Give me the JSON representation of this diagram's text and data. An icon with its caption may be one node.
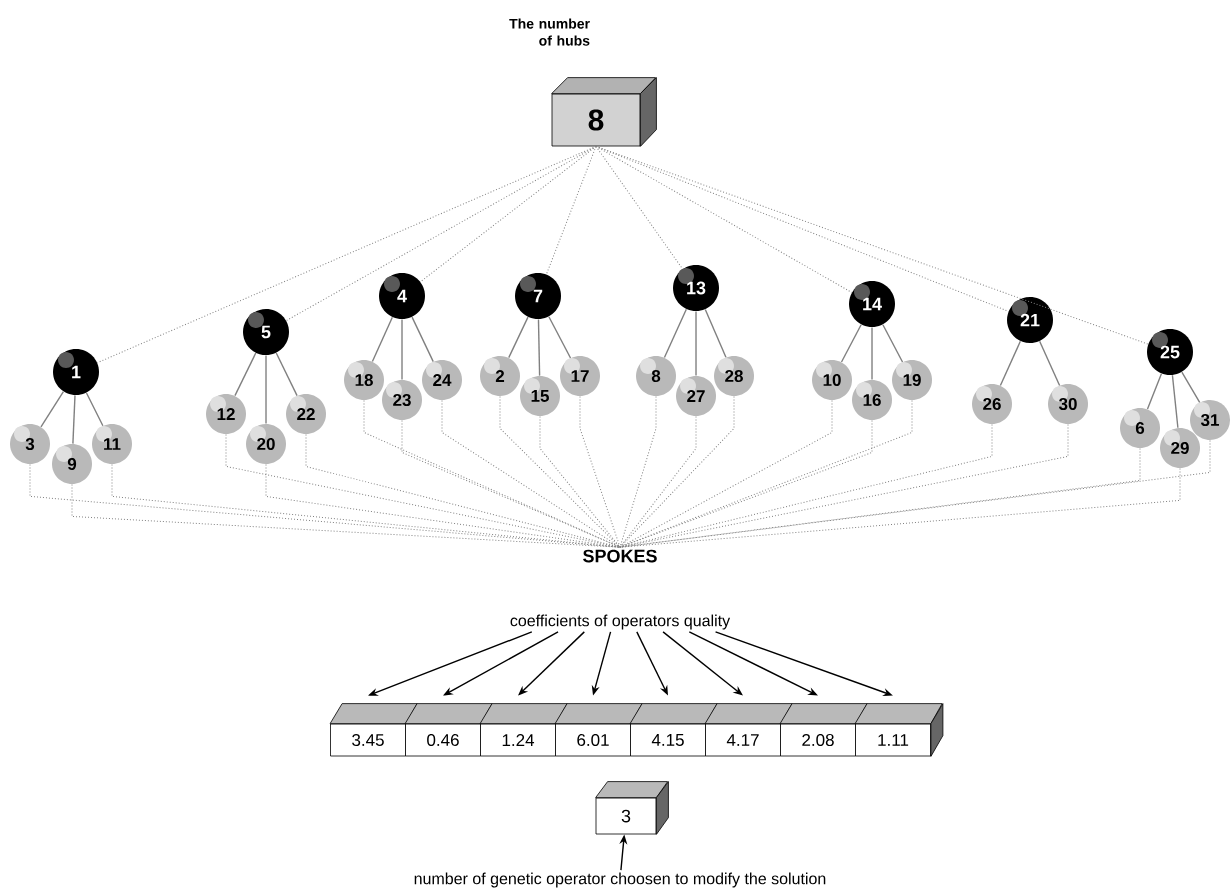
{
  "diagram": {
    "nodes": [
      {
        "text": [
          "8"
        ],
        "beside": [
          "The number of hubs"
        ]
      },
      {
        "text": [
          "1"
        ]
      },
      {
        "text": [
          "5"
        ]
      },
      {
        "text": [
          "4"
        ]
      },
      {
        "text": [
          "7"
        ]
      },
      {
        "text": [
          "13"
        ]
      },
      {
        "text": [
          "14"
        ]
      },
      {
        "text": [
          "21"
        ]
      },
      {
        "text": [
          "25"
        ]
      },
      {
        "text": [
          "3"
        ]
      },
      {
        "text": [
          "9"
        ]
      },
      {
        "text": [
          "11"
        ]
      },
      {
        "text": [
          "12"
        ]
      },
      {
        "text": [
          "20"
        ]
      },
      {
        "text": [
          "22"
        ]
      },
      {
        "text": [
          "18"
        ]
      },
      {
        "text": [
          "23"
        ]
      },
      {
        "text": [
          "24"
        ]
      },
      {
        "text": [
          "2"
        ]
      },
      {
        "text": [
          "15"
        ]
      },
      {
        "text": [
          "17"
        ]
      },
      {
        "text": [
          "8"
        ]
      },
      {
        "text": [
          "27"
        ]
      },
      {
        "text": [
          "28"
        ]
      },
      {
        "text": [
          "10"
        ]
      },
      {
        "text": [
          "16"
        ]
      },
      {
        "text": [
          "19"
        ]
      },
      {
        "text": [
          "26"
        ]
      },
      {
        "text": [
          "30"
        ]
      },
      {
        "text": [
          "6"
        ]
      },
      {
        "text": [
          "29"
        ]
      },
      {
        "text": [
          "31"
        ]
      },
      {
        "text": [
          "SPOKES"
        ]
      },
      {
        "text": [
          "coefficients of operators quality"
        ]
      },
      {
        "text": [
          "3.45"
        ]
      },
      {
        "text": [
          "0.46"
        ]
      },
      {
        "text": [
          "1.24"
        ]
      },
      {
        "text": [
          "6.01"
        ]
      },
      {
        "text": [
          "4.15"
        ]
      },
      {
        "text": [
          "4.17"
        ]
      },
      {
        "text": [
          "2.08"
        ]
      },
      {
        "text": [
          "1.11"
        ]
      },
      {
        "text": [
          "3"
        ]
      },
      {
        "text": [
          "number of genetic operator choosen to modify the solution"
        ]
      }
    ],
    "edges": [
      {
        "from": 0,
        "to": 1,
        "arrow": "none",
        "style": "dashed"
      },
      {
        "from": 0,
        "to": 2,
        "arrow": "none",
        "style": "dashed"
      },
      {
        "from": 0,
        "to": 3,
        "arrow": "none",
        "style": "dashed"
      },
      {
        "from": 0,
        "to": 4,
        "arrow": "none",
        "style": "dashed"
      },
      {
        "from": 0,
        "to": 5,
        "arrow": "none",
        "style": "dashed"
      },
      {
        "from": 0,
        "to": 6,
        "arrow": "none",
        "style": "dashed"
      },
      {
        "from": 0,
        "to": 7,
        "arrow": "none",
        "style": "dashed"
      },
      {
        "from": 0,
        "to": 8,
        "arrow": "none",
        "style": "dashed"
      },
      {
        "from": 1,
        "to": 9,
        "arrow": "none"
      },
      {
        "from": 1,
        "to": 10,
        "arrow": "none"
      },
      {
        "from": 1,
        "to": 11,
        "arrow": "none"
      },
      {
        "from": 2,
        "to": 12,
        "arrow": "none"
      },
      {
        "from": 2,
        "to": 13,
        "arrow": "none"
      },
      {
        "from": 2,
        "to": 14,
        "arrow": "none"
      },
      {
        "from": 3,
        "to": 15,
        "arrow": "none"
      },
      {
        "from": 3,
        "to": 16,
        "arrow": "none"
      },
      {
        "from": 3,
        "to": 17,
        "arrow": "none"
      },
      {
        "from": 4,
        "to": 18,
        "arrow": "none"
      },
      {
        "from": 4,
        "to": 19,
        "arrow": "none"
      },
      {
        "from": 4,
        "to": 20,
        "arrow": "none"
      },
      {
        "from": 5,
        "to": 21,
        "arrow": "none"
      },
      {
        "from": 5,
        "to": 22,
        "arrow": "none"
      },
      {
        "from": 5,
        "to": 23,
        "arrow": "none"
      },
      {
        "from": 6,
        "to": 24,
        "arrow": "none"
      },
      {
        "from": 6,
        "to": 25,
        "arrow": "none"
      },
      {
        "from": 6,
        "to": 26,
        "arrow": "none"
      },
      {
        "from": 7,
        "to": 27,
        "arrow": "none"
      },
      {
        "from": 7,
        "to": 28,
        "arrow": "none"
      },
      {
        "from": 8,
        "to": 29,
        "arrow": "none"
      },
      {
        "from": 8,
        "to": 30,
        "arrow": "none"
      },
      {
        "from": 8,
        "to": 31,
        "arrow": "none"
      },
      {
        "from": 9,
        "to": 32,
        "arrow": "none",
        "style": "dashed"
      },
      {
        "from": 10,
        "to": 32,
        "arrow": "none",
        "style": "dashed"
      },
      {
        "from": 11,
        "to": 32,
        "arrow": "none",
        "style": "dashed"
      },
      {
        "from": 12,
        "to": 32,
        "arrow": "none",
        "style": "dashed"
      },
      {
        "from": 13,
        "to": 32,
        "arrow": "none",
        "style": "dashed"
      },
      {
        "from": 14,
        "to": 32,
        "arrow": "none",
        "style": "dashed"
      },
      {
        "from": 15,
        "to": 32,
        "arrow": "none",
        "style": "dashed"
      },
      {
        "from": 16,
        "to": 32,
        "arrow": "none",
        "style": "dashed"
      },
      {
        "from": 17,
        "to": 32,
        "arrow": "none",
        "style": "dashed"
      },
      {
        "from": 18,
        "to": 32,
        "arrow": "none",
        "style": "dashed"
      },
      {
        "from": 19,
        "to": 32,
        "arrow": "none",
        "style": "dashed"
      },
      {
        "from": 20,
        "to": 32,
        "arrow": "none",
        "style": "dashed"
      },
      {
        "from": 21,
        "to": 32,
        "arrow": "none",
        "style": "dashed"
      },
      {
        "from": 22,
        "to": 32,
        "arrow": "none",
        "style": "dashed"
      },
      {
        "from": 23,
        "to": 32,
        "arrow": "none",
        "style": "dashed"
      },
      {
        "from": 24,
        "to": 32,
        "arrow": "none",
        "style": "dashed"
      },
      {
        "from": 25,
        "to": 32,
        "arrow": "none",
        "style": "dashed"
      },
      {
        "from": 26,
        "to": 32,
        "arrow": "none",
        "style": "dashed"
      },
      {
        "from": 27,
        "to": 32,
        "arrow": "none",
        "style": "dashed"
      },
      {
        "from": 28,
        "to": 32,
        "arrow": "none",
        "style": "dashed"
      },
      {
        "from": 29,
        "to": 32,
        "arrow": "none",
        "style": "dashed"
      },
      {
        "from": 30,
        "to": 32,
        "arrow": "none",
        "style": "dashed"
      },
      {
        "from": 31,
        "to": 32,
        "arrow": "none",
        "style": "dashed"
      },
      {
        "from": 33,
        "to": 34,
        "arrow": "to",
        "color": "#000000"
      },
      {
        "from": 33,
        "to": 35,
        "arrow": "to",
        "color": "#000000"
      },
      {
        "from": 33,
        "to": 36,
        "arrow": "to",
        "color": "#000000"
      },
      {
        "from": 33,
        "to": 37,
        "arrow": "to",
        "color": "#000000"
      },
      {
        "from": 33,
        "to": 38,
        "arrow": "to",
        "color": "#000000"
      },
      {
        "from": 33,
        "to": 39,
        "arrow": "to",
        "color": "#000000"
      },
      {
        "from": 33,
        "to": 40,
        "arrow": "to",
        "color": "#000000"
      },
      {
        "from": 33,
        "to": 41,
        "arrow": "to",
        "color": "#000000"
      },
      {
        "from": 43,
        "to": 42,
        "arrow": "to",
        "color": "#000000"
      }
    ]
  }
}
